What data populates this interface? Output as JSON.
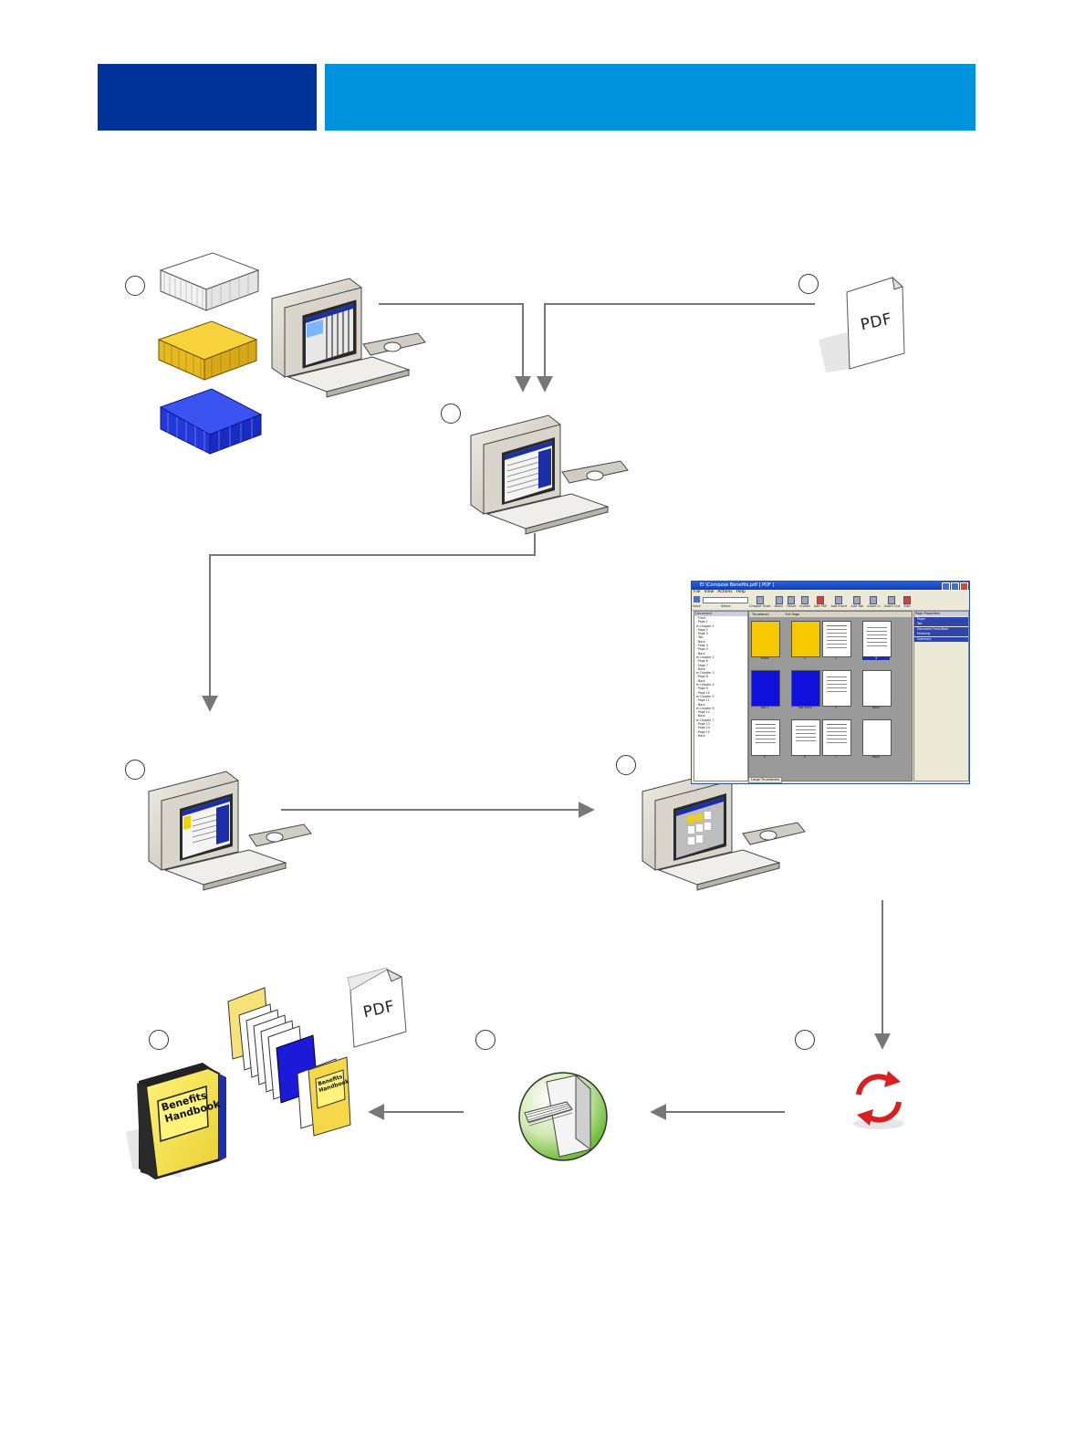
{
  "header": {
    "left_color": "#003399",
    "right_color": "#0093dd"
  },
  "documents": {
    "pdf_label_top": "PDF",
    "pdf_label_bottom": "PDF"
  },
  "book": {
    "cover_title_line1": "Benefits",
    "cover_title_line2": "Handbook",
    "small_cover_line1": "Benefits",
    "small_cover_line2": "Handbook"
  },
  "app_window": {
    "title": "EI \\Compose Benefits.pdf [ PDF ]",
    "menu": [
      "File",
      "View",
      "Actions",
      "Help"
    ],
    "toolbar_left": {
      "save": "Save",
      "select": "Select"
    },
    "toolbar_buttons": [
      "Chapter Start",
      "Blank",
      "Reset",
      "Invoke",
      "Add PDF",
      "Add Insert",
      "Add Tab",
      "Zoom In",
      "Zoom Out",
      "Edit"
    ],
    "left_pane_header": "Document",
    "tree": [
      "Front",
      "Page 1",
      "Chapter 1",
      "Page 2",
      "Page 3",
      "Tab",
      "Back",
      "Page 4",
      "Page 5",
      "Back",
      "Chapter 2",
      "Page 6",
      "Page 7",
      "Back",
      "Chapter 3",
      "Page 8",
      "Back",
      "Chapter 4",
      "Page 9",
      "Page 10",
      "Chapter 5",
      "Page 11",
      "Back",
      "Chapter 6",
      "Page 12",
      "Back",
      "Chapter 7",
      "Page 13",
      "Page 14",
      "Page 15",
      "Back"
    ],
    "center_tabs": [
      "Thumbnail",
      "Full Page"
    ],
    "thumb_labels": [
      "Front",
      "1",
      "2",
      "3",
      "Tab 1",
      "Tab Back",
      "3",
      "Back",
      "5",
      "6",
      "7",
      "Back"
    ],
    "right_pane_header": "Page Properties",
    "properties": [
      "Paper",
      "Tab",
      "Document Front/Back",
      "Finishing",
      "Summary"
    ],
    "status": "Large Thumbnails"
  }
}
